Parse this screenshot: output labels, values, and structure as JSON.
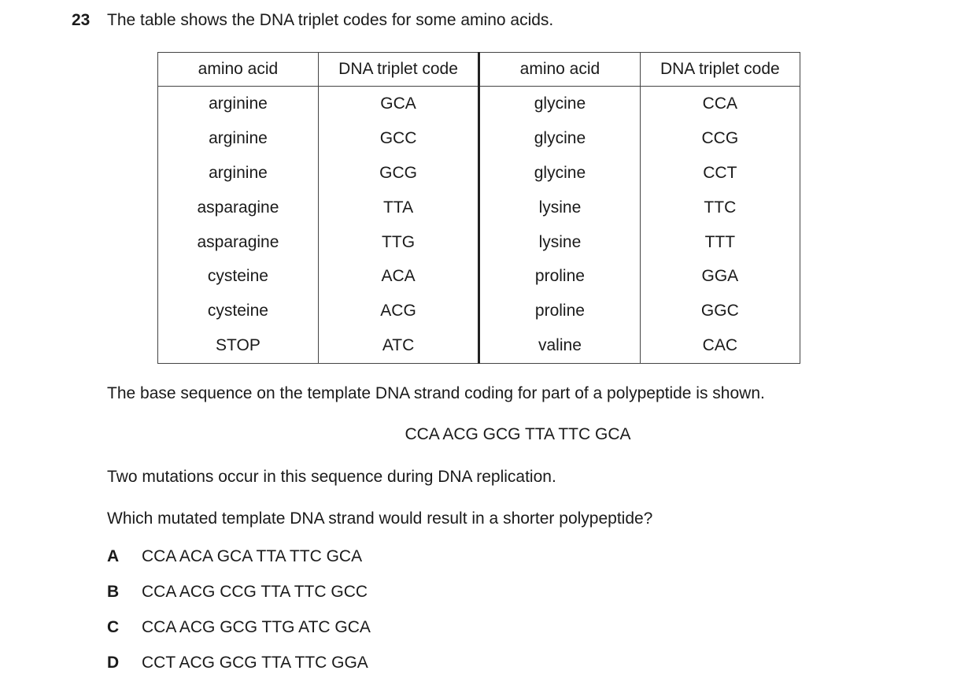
{
  "question": {
    "number": "23",
    "stem": "The table shows the DNA triplet codes for some amino acids."
  },
  "table": {
    "headers": [
      "amino acid",
      "DNA triplet code",
      "amino acid",
      "DNA triplet code"
    ],
    "rows": [
      [
        "arginine",
        "GCA",
        "glycine",
        "CCA"
      ],
      [
        "arginine",
        "GCC",
        "glycine",
        "CCG"
      ],
      [
        "arginine",
        "GCG",
        "glycine",
        "CCT"
      ],
      [
        "asparagine",
        "TTA",
        "lysine",
        "TTC"
      ],
      [
        "asparagine",
        "TTG",
        "lysine",
        "TTT"
      ],
      [
        "cysteine",
        "ACA",
        "proline",
        "GGA"
      ],
      [
        "cysteine",
        "ACG",
        "proline",
        "GGC"
      ],
      [
        "STOP",
        "ATC",
        "valine",
        "CAC"
      ]
    ]
  },
  "body": {
    "sequence_intro": "The base sequence on the template DNA strand coding for part of a polypeptide is shown.",
    "sequence": "CCA ACG GCG TTA TTC GCA",
    "mutation_text": "Two mutations occur in this sequence during DNA replication.",
    "prompt": "Which mutated template DNA strand would result in a shorter polypeptide?"
  },
  "options": [
    {
      "letter": "A",
      "text": "CCA ACA GCA TTA TTC GCA"
    },
    {
      "letter": "B",
      "text": "CCA ACG CCG TTA TTC GCC"
    },
    {
      "letter": "C",
      "text": "CCA ACG GCG TTG ATC GCA"
    },
    {
      "letter": "D",
      "text": "CCT ACG GCG TTA TTC GGA"
    }
  ]
}
